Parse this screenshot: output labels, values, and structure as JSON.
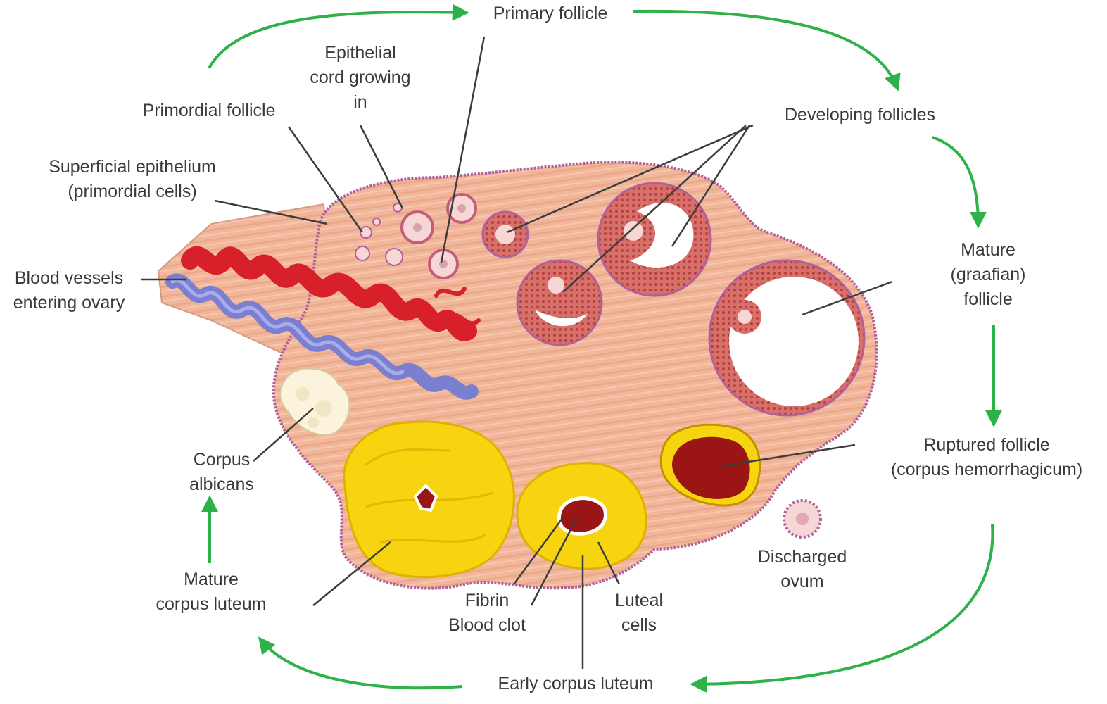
{
  "labels": {
    "primary_follicle": "Primary follicle",
    "epithelial_cord": [
      "Epithelial",
      "cord growing",
      "in"
    ],
    "primordial_follicle": "Primordial follicle",
    "developing_follicles": "Developing follicles",
    "superficial_epithelium": [
      "Superficial epithelium",
      "(primordial cells)"
    ],
    "blood_vessels": [
      "Blood vessels",
      "entering ovary"
    ],
    "mature_follicle": [
      "Mature",
      "(graafian)",
      "follicle"
    ],
    "ruptured_follicle": [
      "Ruptured follicle",
      "(corpus hemorrhagicum)"
    ],
    "corpus_albicans": [
      "Corpus",
      "albicans"
    ],
    "discharged_ovum": [
      "Discharged",
      "ovum"
    ],
    "mature_corpus_luteum": [
      "Mature",
      "corpus luteum"
    ],
    "fibrin_blood_clot": [
      "Fibrin",
      "Blood clot"
    ],
    "luteal_cells": [
      "Luteal",
      "cells"
    ],
    "early_corpus_luteum": "Early corpus luteum"
  },
  "colors": {
    "cycle_arrow": "#2db24a",
    "stroma": "#f2b79a",
    "stroma_border": "#b0609a",
    "artery": "#d8202a",
    "vein": "#7b7fd0",
    "corpus_luteum": "#f7d410",
    "blood_clot": "#9c1515",
    "follicle_wall": "#c9504a",
    "leader_line": "#3c3c3c",
    "text": "#3a3a3a"
  }
}
